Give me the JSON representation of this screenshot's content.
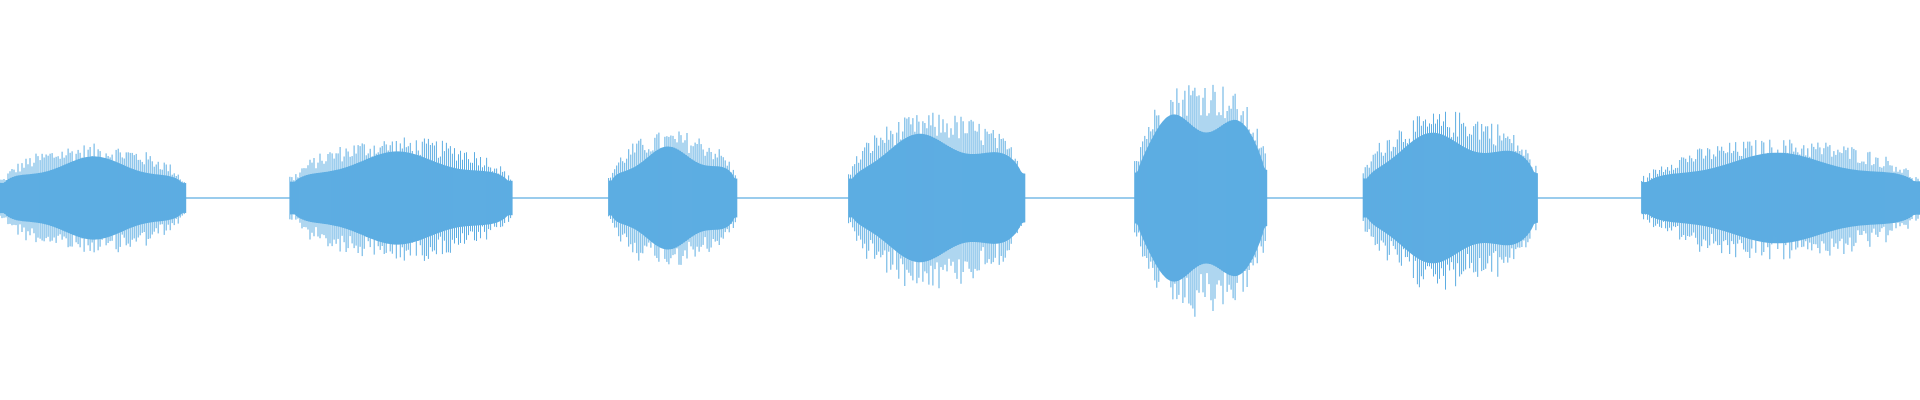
{
  "waveform": {
    "color": "#5dade2",
    "background": "#ffffff",
    "segments": [
      {
        "name": "sound-segment-1",
        "start": 0.0,
        "end": 0.097,
        "level": 0.33
      },
      {
        "name": "sound-segment-2",
        "start": 0.151,
        "end": 0.267,
        "level": 0.37
      },
      {
        "name": "sound-segment-3",
        "start": 0.317,
        "end": 0.384,
        "level": 0.41
      },
      {
        "name": "sound-segment-4",
        "start": 0.442,
        "end": 0.534,
        "level": 0.52
      },
      {
        "name": "sound-segment-5",
        "start": 0.591,
        "end": 0.66,
        "level": 0.73
      },
      {
        "name": "sound-segment-6",
        "start": 0.71,
        "end": 0.801,
        "level": 0.53
      },
      {
        "name": "sound-segment-7",
        "start": 0.855,
        "end": 1.0,
        "level": 0.36
      }
    ]
  }
}
